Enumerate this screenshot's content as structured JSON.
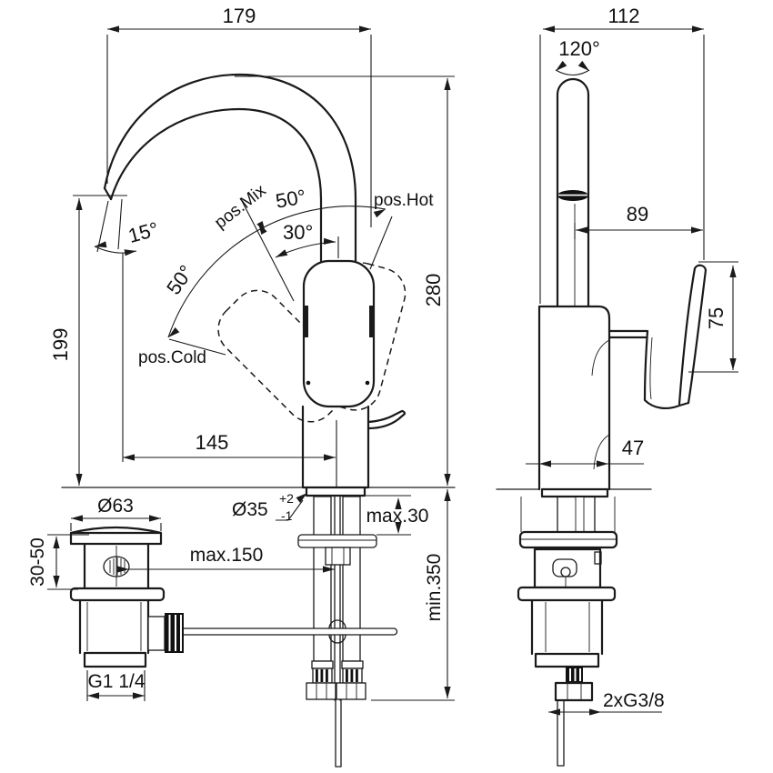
{
  "front_view": {
    "dim_179": "179",
    "dim_199": "199",
    "dim_280": "280",
    "dim_145": "145",
    "angle_15": "15°",
    "angle_50_cold": "50°",
    "angle_50_top": "50°",
    "angle_30": "30°",
    "pos_mix": "pos.Mix",
    "pos_hot": "pos.Hot",
    "pos_cold": "pos.Cold",
    "hole_dia": "Ø35",
    "hole_tol_plus": "+2",
    "hole_tol_minus": "-1",
    "deck_thickness": "max.30",
    "hose_length": "min.350"
  },
  "side_view": {
    "dim_112": "112",
    "swivel_angle": "120°",
    "dim_89": "89",
    "dim_75": "75",
    "dim_47": "47",
    "supply_thread": "2xG3/8"
  },
  "drain": {
    "cap_dia": "Ø63",
    "height_range": "30-50",
    "rod_distance": "max.150",
    "waste_thread": "G1 1/4"
  },
  "colors": {
    "line": "#1a1a1a",
    "background": "#ffffff"
  }
}
